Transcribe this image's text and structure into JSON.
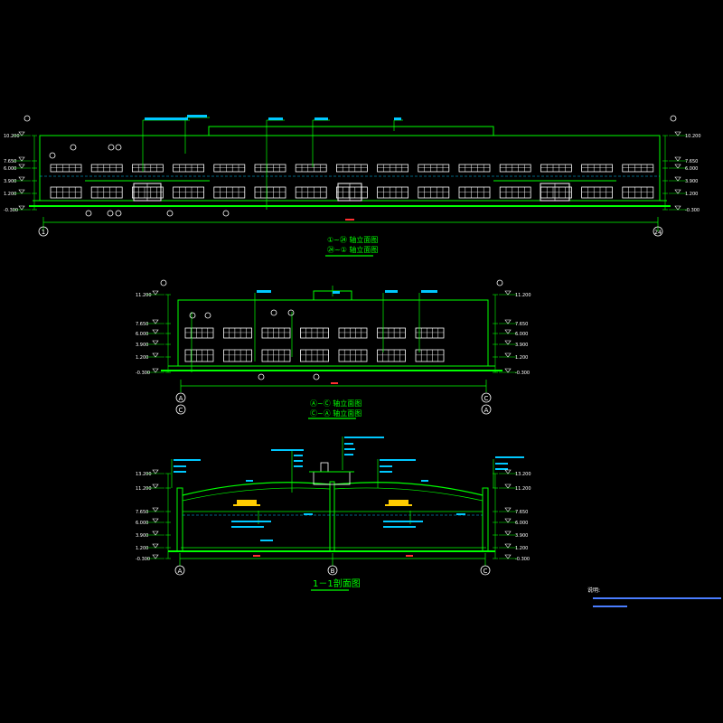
{
  "colors": {
    "background": "#000000",
    "line_green": "#00ff00",
    "line_white": "#ffffff",
    "text_cyan": "#00c8ff",
    "dim_red": "#ff3030",
    "accent_yellow": "#ffcc00",
    "note_blue": "#4a7dff"
  },
  "elev1": {
    "axis_left": "1",
    "axis_right": "24",
    "title_line1": "①~㉔ 轴立面图",
    "title_line2": "㉔~① 轴立面图",
    "level_labels": [
      "10.200",
      "7.650",
      "6.000",
      "3.900",
      "1.200",
      "-0.300"
    ]
  },
  "elev2": {
    "axis_left_top": "A",
    "axis_left_bottom": "C",
    "axis_right_top": "C",
    "axis_right_bottom": "A",
    "title_line1": "Ⓐ~Ⓒ 轴立面图",
    "title_line2": "Ⓒ~Ⓐ 轴立面图",
    "level_labels": [
      "11.200",
      "7.650",
      "6.000",
      "3.900",
      "1.200",
      "-0.300"
    ]
  },
  "section": {
    "axis_left": "A",
    "axis_mid": "B",
    "axis_right": "C",
    "title": "1－1剖面图",
    "level_labels": [
      "13.200",
      "11.200",
      "7.650",
      "6.000",
      "3.900",
      "1.200",
      "-0.300"
    ]
  },
  "notes": {
    "title": "说明:"
  }
}
